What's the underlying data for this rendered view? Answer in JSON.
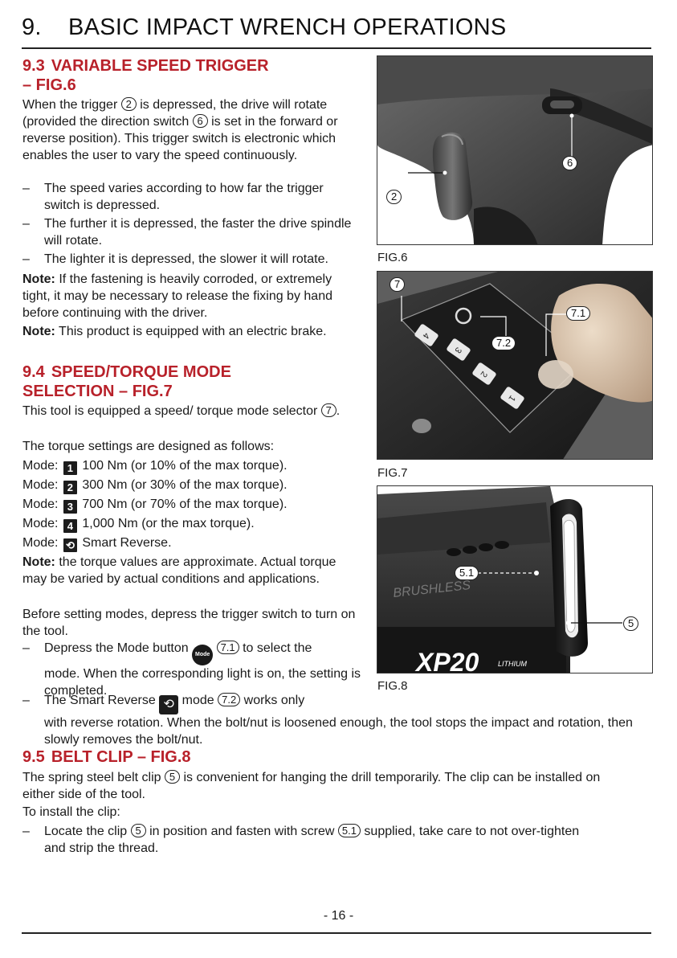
{
  "header": {
    "num": "9.",
    "title": "BASIC IMPACT WRENCH OPERATIONS"
  },
  "s93": {
    "heading_num": "9.3",
    "heading_line1": "VARIABLE SPEED TRIGGER",
    "heading_line2": "– FIG.6",
    "intro_a": "When the trigger",
    "c2": "2",
    "intro_b": "is depressed, the drive will rotate (provided the direction switch",
    "c6": "6",
    "intro_c": "is set in the forward or reverse position). This trigger switch is electronic which enables the user to vary the speed continuously.",
    "dash_char": "–",
    "bullets": [
      "The speed varies according to how far the trigger switch is depressed.",
      "The further it is depressed, the faster the drive spindle will rotate.",
      "The lighter it is depressed, the slower it will rotate."
    ],
    "note_label": "Note:",
    "note1": "If the fastening is heavily corroded, or extremely tight, it may be necessary to release the fixing by hand before continuing with the driver.",
    "note2": "This product is equipped with an electric brake."
  },
  "s94": {
    "heading_num": "9.4",
    "heading_line1": "SPEED/TORQUE MODE",
    "heading_line2": "SELECTION – FIG.7",
    "intro": "This tool is equipped a speed/ torque mode selector",
    "c7": "7",
    "dot": ".",
    "settings_intro": "The torque settings are designed as follows:",
    "mode_label": "Mode:",
    "modes": [
      {
        "icon": "1",
        "text": "100 Nm (or 10% of the max torque)."
      },
      {
        "icon": "2",
        "text": "300 Nm (or 30% of the max torque)."
      },
      {
        "icon": "3",
        "text": "700 Nm (or 70% of the max torque)."
      },
      {
        "icon": "4",
        "text": "1,000 Nm (or the max torque)."
      },
      {
        "icon": "⟲",
        "text": "Smart Reverse."
      }
    ],
    "note_label": "Note:",
    "note": "the torque values are approximate. Actual torque may be varied by actual conditions and applications.",
    "before": "Before setting modes, depress the trigger switch to turn on the tool.",
    "b1_a": "Depress the Mode button",
    "mode_btn": "Mode",
    "c71": "7.1",
    "b1_b": "to select the",
    "b1_c": "mode. When the corresponding light is on, the setting is completed.",
    "b2_a": "The Smart Reverse",
    "b2_b": "mode",
    "c72": "7.2",
    "b2_c": "works only",
    "b2_d": "with reverse rotation. When the bolt/nut is loosened enough, the tool stops the impact and rotation, then slowly removes the bolt/nut."
  },
  "s95": {
    "heading_num": "9.5",
    "heading_line1": "BELT CLIP – FIG.8",
    "intro_a": "The spring steel belt clip",
    "c5": "5",
    "intro_b": "is convenient for hanging the drill temporarily. The clip can be installed on either side of the tool.",
    "install": "To install the clip:",
    "b_a": "Locate the clip",
    "b_b": "in position and fasten with screw",
    "c51": "5.1",
    "b_c": "supplied, take care to not over-tighten and strip the thread."
  },
  "figures": {
    "fig6": {
      "caption": "FIG.6",
      "callouts": [
        "2",
        "6"
      ]
    },
    "fig7": {
      "caption": "FIG.7",
      "callouts": [
        "7",
        "7.1",
        "7.2"
      ],
      "key_labels": [
        "4",
        "3",
        "2",
        "1"
      ]
    },
    "fig8": {
      "caption": "FIG.8",
      "callouts": [
        "5.1",
        "5"
      ],
      "brand": "XP20",
      "brand_sub": "LITHIUM",
      "side_text": "BRUSHLESS"
    }
  },
  "footer": {
    "page": "- 16 -"
  }
}
